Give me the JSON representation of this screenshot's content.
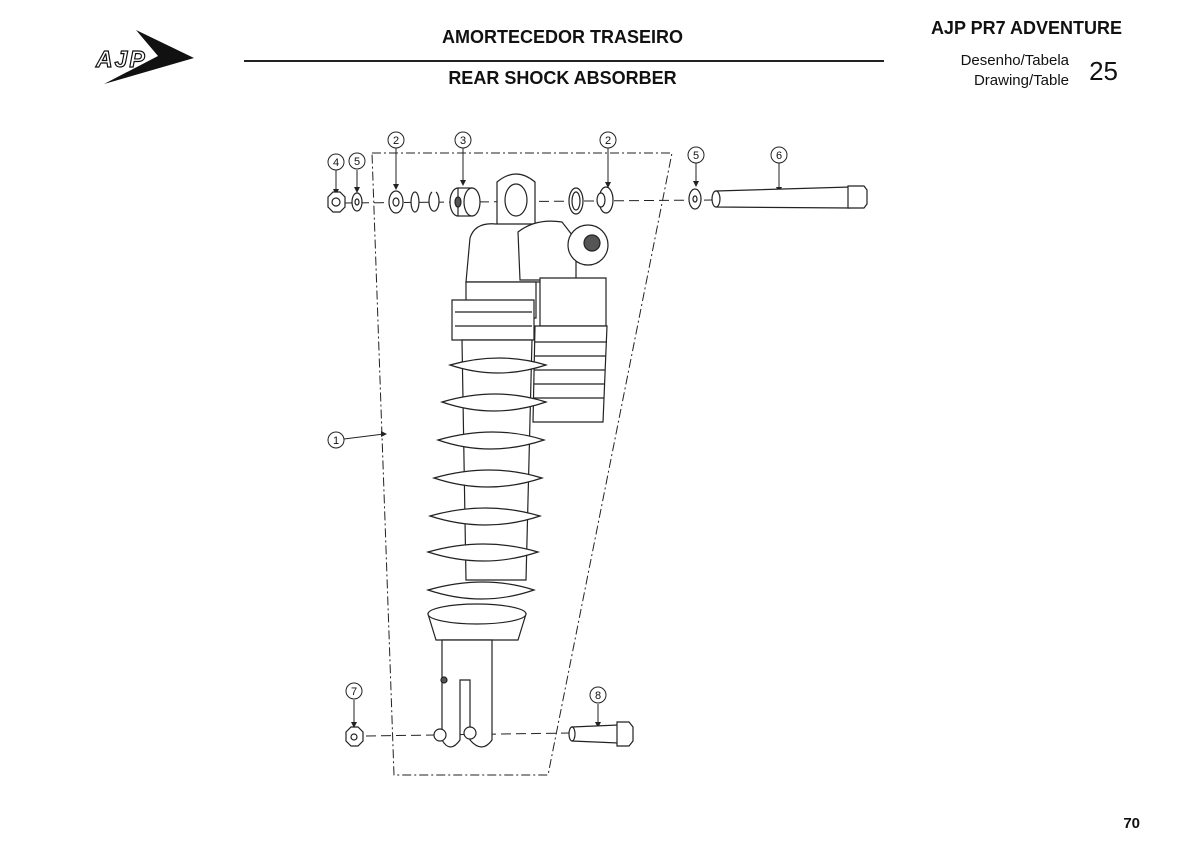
{
  "header": {
    "logo_text": "AJP",
    "title_pt": "AMORTECEDOR TRASEIRO",
    "title_en": "REAR SHOCK ABSORBER",
    "model": "AJP PR7 ADVENTURE",
    "drawing_label_pt": "Desenho/Tabela",
    "drawing_label_en": "Drawing/Table",
    "table_number": "25"
  },
  "callouts": {
    "c1": "1",
    "c2a": "2",
    "c3": "3",
    "c2b": "2",
    "c4": "4",
    "c5a": "5",
    "c5b": "5",
    "c6": "6",
    "c7": "7",
    "c8": "8"
  },
  "footer": {
    "page_number": "70"
  }
}
